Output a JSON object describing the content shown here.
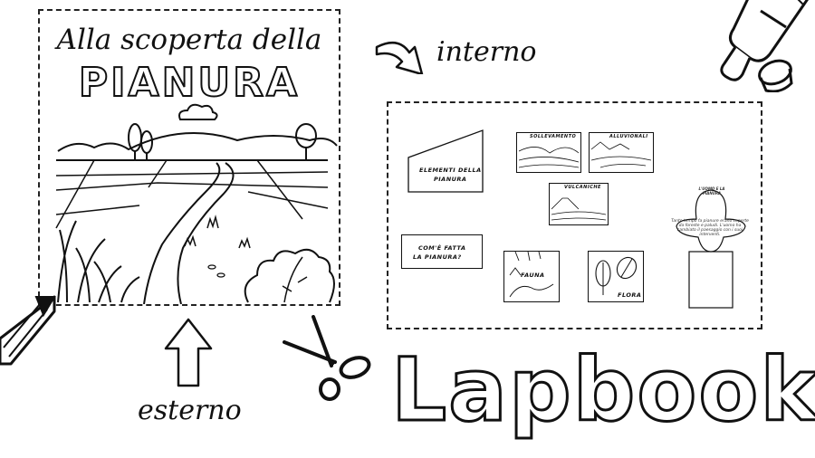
{
  "cover": {
    "title_line1": "Alla scoperta della",
    "title_line2": "PIANURA"
  },
  "labels": {
    "interno": "interno",
    "esterno": "esterno",
    "lapbook": "Lapbook"
  },
  "inner": {
    "elementi_line1": "ELEMENTI DELLA",
    "elementi_line2": "PIANURA",
    "sollevamento": "SOLLEVAMENTO",
    "alluvionali": "ALLUVIONALI",
    "vulcaniche": "VULCANICHE",
    "come_line1": "COM'È FATTA",
    "come_line2": "LA PIANURA?",
    "fauna": "FAUNA",
    "flora": "FLORA",
    "tag_top": "L'UOMO E LA PIANURA",
    "tag_text": "Tanto tempo fa pianure erano coperte da foreste e paludi. L'uomo ha cambiato il paesaggio con i suoi interventi."
  },
  "icons": [
    "pencil-icon",
    "marker-icon",
    "scissors-icon",
    "curved-arrow-icon",
    "up-arrow-icon"
  ],
  "colors": {
    "ink": "#111111",
    "paper": "#ffffff"
  }
}
